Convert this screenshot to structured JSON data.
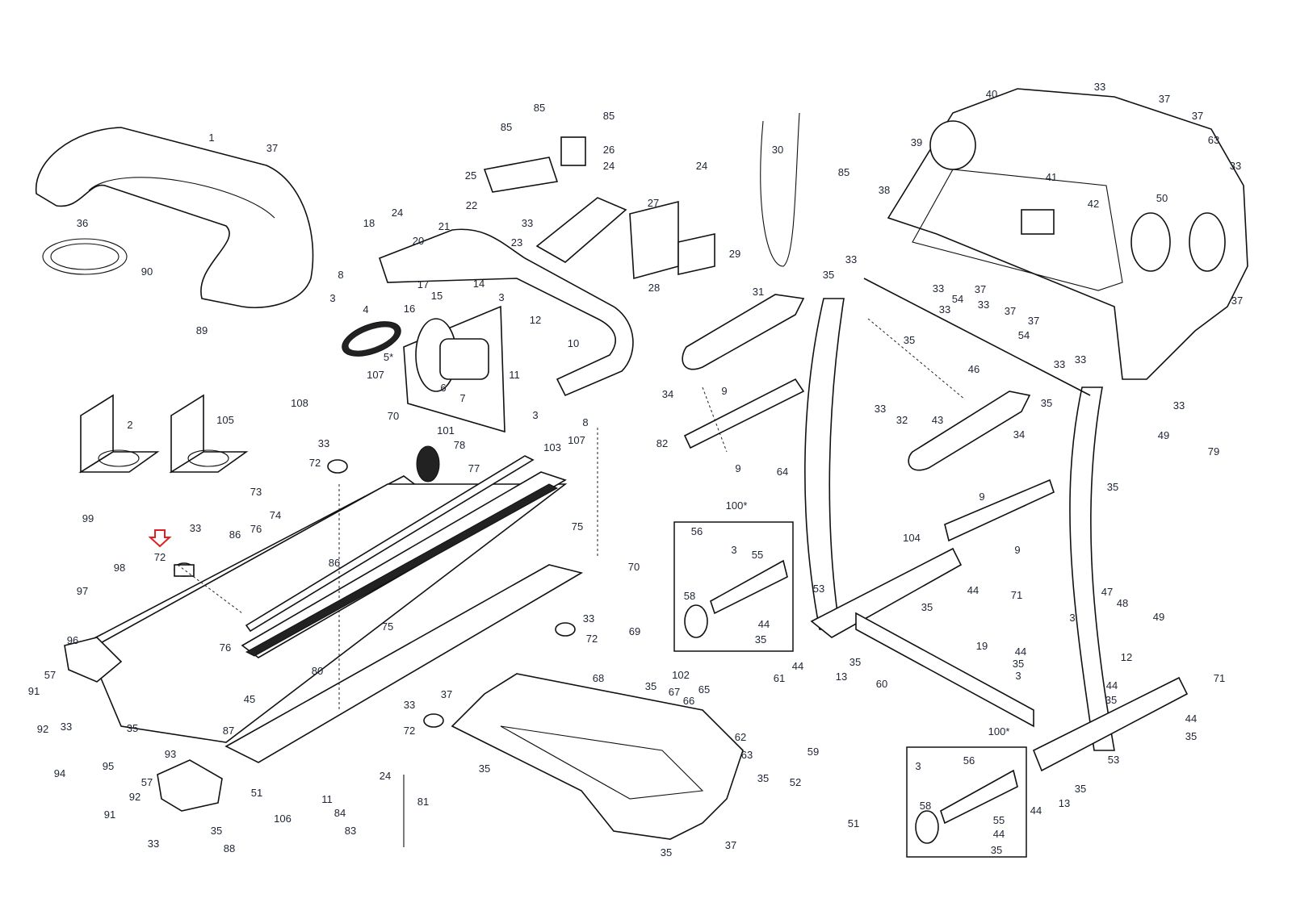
{
  "diagram": {
    "highlight_color": "#e02020",
    "highlighted_part": "72",
    "callouts": [
      "1",
      "37",
      "36",
      "90",
      "89",
      "18",
      "24",
      "20",
      "21",
      "22",
      "85",
      "85",
      "85",
      "26",
      "25",
      "24",
      "33",
      "23",
      "27",
      "24",
      "29",
      "28",
      "30",
      "85",
      "40",
      "33",
      "37",
      "37",
      "63",
      "33",
      "39",
      "38",
      "41",
      "42",
      "50",
      "35",
      "33",
      "33",
      "33",
      "33",
      "54",
      "37",
      "37",
      "37",
      "37",
      "54",
      "33",
      "33",
      "46",
      "33",
      "35",
      "49",
      "79",
      "35",
      "8",
      "3",
      "4",
      "17",
      "15",
      "14",
      "16",
      "3",
      "12",
      "5*",
      "6",
      "7",
      "10",
      "11",
      "3",
      "8",
      "107",
      "108",
      "31",
      "35",
      "34",
      "9",
      "82",
      "9",
      "33",
      "32",
      "64",
      "43",
      "34",
      "9",
      "104",
      "9",
      "2",
      "105",
      "33",
      "72",
      "70",
      "101",
      "78",
      "77",
      "103",
      "107",
      "73",
      "74",
      "99",
      "72",
      "33",
      "86",
      "76",
      "98",
      "97",
      "75",
      "86",
      "70",
      "33",
      "72",
      "100*",
      "56",
      "3",
      "55",
      "58",
      "44",
      "35",
      "53",
      "44",
      "35",
      "71",
      "47",
      "48",
      "3",
      "49",
      "19",
      "44",
      "35",
      "3",
      "12",
      "44",
      "35",
      "71",
      "44",
      "35",
      "75",
      "76",
      "80",
      "96",
      "57",
      "91",
      "45",
      "92",
      "33",
      "35",
      "95",
      "87",
      "51",
      "69",
      "102",
      "35",
      "67",
      "66",
      "65",
      "68",
      "37",
      "33",
      "72",
      "35",
      "61",
      "62",
      "63",
      "35",
      "35",
      "37",
      "60",
      "59",
      "52",
      "51",
      "44",
      "13",
      "35",
      "100*",
      "3",
      "56",
      "58",
      "55",
      "44",
      "35",
      "53",
      "35",
      "44",
      "13",
      "94",
      "93",
      "57",
      "92",
      "91",
      "35",
      "33",
      "88",
      "106",
      "11",
      "84",
      "24",
      "83",
      "81"
    ]
  }
}
